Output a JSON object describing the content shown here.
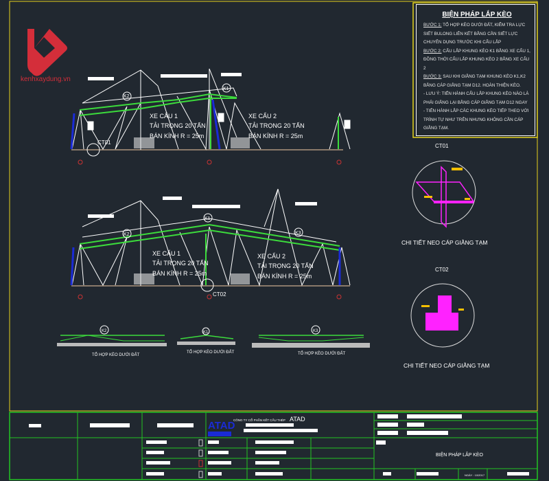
{
  "logo": {
    "brand": "kenhxaydung.vn",
    "color": "#d42e3a"
  },
  "notes": {
    "title": "BIỆN PHÁP LẮP KÈO",
    "steps": [
      {
        "label": "BƯỚC 1:",
        "text": " TỔ HỢP KÈO DƯỚI ĐẤT, KIỂM TRA LỰC SIẾT BULONG LIÊN KẾT BẰNG CẦN SIẾT LỰC CHUYÊN DỤNG TRƯỚC KHI CẨU LẮP"
      },
      {
        "label": "BƯỚC 2:",
        "text": "  CẨU LẮP KHUNG KÈO K1 BẰNG XE CẨU 1, ĐỒNG THỜI CẨU LẮP KHUNG KÈO 2 BẰNG XE CẨU 2"
      },
      {
        "label": "BƯỚC 3:",
        "text": " SAU KHI GIẰNG TẠM KHUNG KÈO K1,K2 BẰNG CÁP GIẰNG TẠM D12. HOÀN THIỆN KÈO."
      }
    ],
    "extra": [
      "- LƯU Ý: TIẾN HÀNH CẨU LẮP KHUNG KÈO NÀO LÀ PHẢI GIẰNG LẠI BẰNG CÁP GIẰNG TẠM D12 NGAY",
      "- TIẾN HÀNH LẮP CÁC KHUNG KÈO TIẾP THEO VỚI TRÌNH TỰ NHƯ TRÊN NHƯNG KHÔNG CẦN CÁP GIẰNG TẠM."
    ]
  },
  "drawing": {
    "crane1": [
      "XE CẨU 1",
      "TẢI TRỌNG 20 TẤN",
      "BÁN KÍNH R = 25m"
    ],
    "crane2": [
      "XE CẨU 2",
      "TẢI TRỌNG 20 TẤN",
      "BÁN KÍNH R = 25m"
    ],
    "tags": {
      "k1": "K1",
      "k2": "K2",
      "k3": "K3",
      "ct01": "CT01",
      "ct02": "CT02"
    },
    "ground_caption": "TỔ HỢP KÈO DƯỚI ĐẤT",
    "detail_ct01": {
      "title": "CT01",
      "caption": "CHI TIẾT NEO CÁP GIẰNG TẠM"
    },
    "detail_ct02": {
      "title": "CT02",
      "caption": "CHI TIẾT NEO CÁP GIẰNG TẠM"
    }
  },
  "title_block": {
    "company_logo": "ATAD",
    "company_name": "CÔNG TY CỔ PHẦN KẾT CẤU THÉP",
    "company_short": "ATAD",
    "drawing_title": "BIỆN PHÁP LẮP KÈO",
    "date": "NGÀY : 10/2017"
  },
  "colors": {
    "background": "#212830",
    "frame": "#e6d21c",
    "title_block": "#22c422",
    "truss": "#3cdc3c",
    "detail": "#ff22ff",
    "column": "#1a2bd6"
  }
}
